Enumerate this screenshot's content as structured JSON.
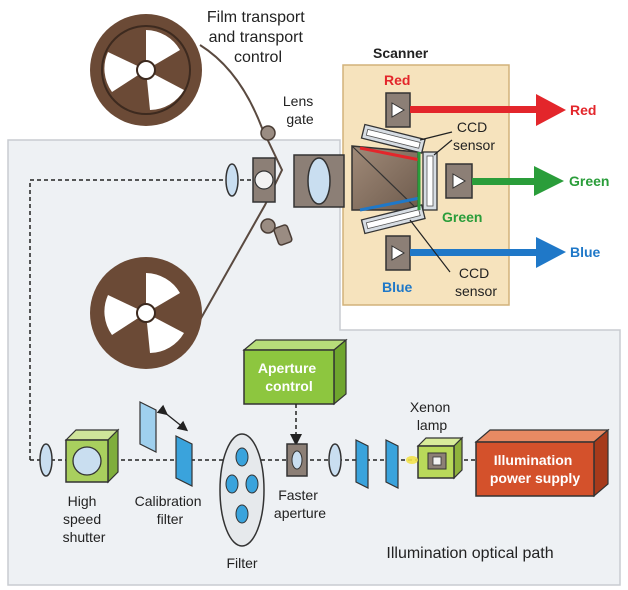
{
  "labels": {
    "film_transport": [
      "Film transport",
      "and transport",
      "control"
    ],
    "lens_gate": [
      "Lens",
      "gate"
    ],
    "scanner": "Scanner",
    "red_sensor": "Red",
    "green_sensor": "Green",
    "blue_sensor": "Blue",
    "ccd_sensor_top": [
      "CCD",
      "sensor"
    ],
    "ccd_sensor_bottom": [
      "CCD",
      "sensor"
    ],
    "red_output": "Red",
    "green_output": "Green",
    "blue_output": "Blue",
    "aperture_control": [
      "Aperture",
      "control"
    ],
    "xenon_lamp": [
      "Xenon",
      "lamp"
    ],
    "illumination_power_supply": [
      "Illumination",
      "power supply"
    ],
    "high_speed_shutter": [
      "High",
      "speed",
      "shutter"
    ],
    "calibration_filter": [
      "Calibration",
      "filter"
    ],
    "filter": "Filter",
    "faster_aperture": [
      "Faster",
      "aperture"
    ],
    "illumination_optical_path": "Illumination optical path"
  },
  "colors": {
    "red": "#e3262b",
    "green": "#2a9d3a",
    "blue": "#1f78c8",
    "reel": "#6b4a36",
    "scanner_bg": "#f6e3bd",
    "panel_bg": "#eef1f4",
    "aperture_box": "#8dc63f",
    "power_supply": "#d4512b",
    "filter_blue": "#3aa3dc",
    "lamp_green": "#b9d95a"
  }
}
